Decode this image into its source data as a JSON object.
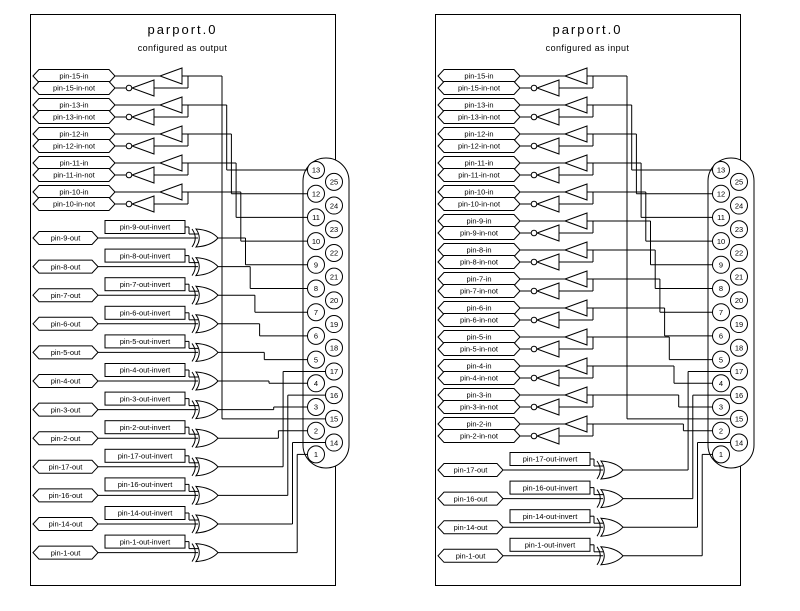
{
  "style": {
    "background": "#ffffff",
    "line_color": "#000000",
    "fill_color": "#ffffff"
  },
  "panels": [
    {
      "id": "parport-output",
      "title": "parport.0",
      "subtitle": "configured as output",
      "connector": {
        "left_column": [
          13,
          12,
          11,
          10,
          9,
          8,
          7,
          6,
          5,
          4,
          3,
          2,
          1
        ],
        "right_column": [
          25,
          24,
          23,
          22,
          21,
          20,
          19,
          18,
          17,
          16,
          15,
          14
        ]
      },
      "rows": [
        {
          "type": "in_pair",
          "label": "pin-15-in",
          "not_label": "pin-15-in-not",
          "pin": 15
        },
        {
          "type": "in_pair",
          "label": "pin-13-in",
          "not_label": "pin-13-in-not",
          "pin": 13
        },
        {
          "type": "in_pair",
          "label": "pin-12-in",
          "not_label": "pin-12-in-not",
          "pin": 12
        },
        {
          "type": "in_pair",
          "label": "pin-11-in",
          "not_label": "pin-11-in-not",
          "pin": 11
        },
        {
          "type": "in_pair",
          "label": "pin-10-in",
          "not_label": "pin-10-in-not",
          "pin": 10
        },
        {
          "type": "out",
          "label": "pin-9-out",
          "invert_label": "pin-9-out-invert",
          "pin": 9
        },
        {
          "type": "out",
          "label": "pin-8-out",
          "invert_label": "pin-8-out-invert",
          "pin": 8
        },
        {
          "type": "out",
          "label": "pin-7-out",
          "invert_label": "pin-7-out-invert",
          "pin": 7
        },
        {
          "type": "out",
          "label": "pin-6-out",
          "invert_label": "pin-6-out-invert",
          "pin": 6
        },
        {
          "type": "out",
          "label": "pin-5-out",
          "invert_label": "pin-5-out-invert",
          "pin": 5
        },
        {
          "type": "out",
          "label": "pin-4-out",
          "invert_label": "pin-4-out-invert",
          "pin": 4
        },
        {
          "type": "out",
          "label": "pin-3-out",
          "invert_label": "pin-3-out-invert",
          "pin": 3
        },
        {
          "type": "out",
          "label": "pin-2-out",
          "invert_label": "pin-2-out-invert",
          "pin": 2
        },
        {
          "type": "out",
          "label": "pin-17-out",
          "invert_label": "pin-17-out-invert",
          "pin": 17
        },
        {
          "type": "out",
          "label": "pin-16-out",
          "invert_label": "pin-16-out-invert",
          "pin": 16
        },
        {
          "type": "out",
          "label": "pin-14-out",
          "invert_label": "pin-14-out-invert",
          "pin": 14
        },
        {
          "type": "out",
          "label": "pin-1-out",
          "invert_label": "pin-1-out-invert",
          "pin": 1
        }
      ]
    },
    {
      "id": "parport-input",
      "title": "parport.0",
      "subtitle": "configured as input",
      "connector": {
        "left_column": [
          13,
          12,
          11,
          10,
          9,
          8,
          7,
          6,
          5,
          4,
          3,
          2,
          1
        ],
        "right_column": [
          25,
          24,
          23,
          22,
          21,
          20,
          19,
          18,
          17,
          16,
          15,
          14
        ]
      },
      "rows": [
        {
          "type": "in_pair",
          "label": "pin-15-in",
          "not_label": "pin-15-in-not",
          "pin": 15
        },
        {
          "type": "in_pair",
          "label": "pin-13-in",
          "not_label": "pin-13-in-not",
          "pin": 13
        },
        {
          "type": "in_pair",
          "label": "pin-12-in",
          "not_label": "pin-12-in-not",
          "pin": 12
        },
        {
          "type": "in_pair",
          "label": "pin-11-in",
          "not_label": "pin-11-in-not",
          "pin": 11
        },
        {
          "type": "in_pair",
          "label": "pin-10-in",
          "not_label": "pin-10-in-not",
          "pin": 10
        },
        {
          "type": "in_pair",
          "label": "pin-9-in",
          "not_label": "pin-9-in-not",
          "pin": 9
        },
        {
          "type": "in_pair",
          "label": "pin-8-in",
          "not_label": "pin-8-in-not",
          "pin": 8
        },
        {
          "type": "in_pair",
          "label": "pin-7-in",
          "not_label": "pin-7-in-not",
          "pin": 7
        },
        {
          "type": "in_pair",
          "label": "pin-6-in",
          "not_label": "pin-6-in-not",
          "pin": 6
        },
        {
          "type": "in_pair",
          "label": "pin-5-in",
          "not_label": "pin-5-in-not",
          "pin": 5
        },
        {
          "type": "in_pair",
          "label": "pin-4-in",
          "not_label": "pin-4-in-not",
          "pin": 4
        },
        {
          "type": "in_pair",
          "label": "pin-3-in",
          "not_label": "pin-3-in-not",
          "pin": 3
        },
        {
          "type": "in_pair",
          "label": "pin-2-in",
          "not_label": "pin-2-in-not",
          "pin": 2
        },
        {
          "type": "out",
          "label": "pin-17-out",
          "invert_label": "pin-17-out-invert",
          "pin": 17
        },
        {
          "type": "out",
          "label": "pin-16-out",
          "invert_label": "pin-16-out-invert",
          "pin": 16
        },
        {
          "type": "out",
          "label": "pin-14-out",
          "invert_label": "pin-14-out-invert",
          "pin": 14
        },
        {
          "type": "out",
          "label": "pin-1-out",
          "invert_label": "pin-1-out-invert",
          "pin": 1
        }
      ]
    }
  ]
}
